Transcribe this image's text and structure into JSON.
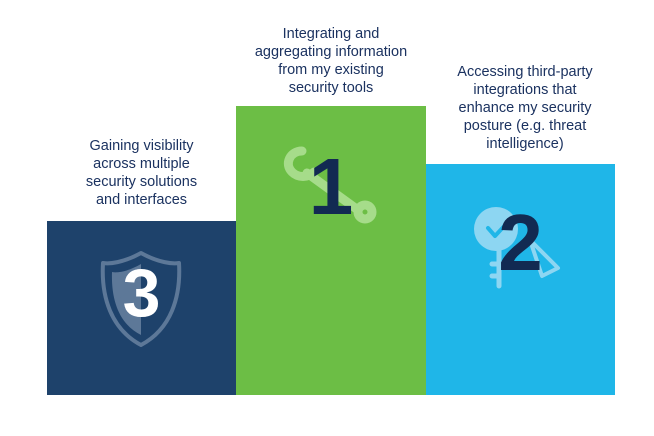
{
  "podium": {
    "first": {
      "rank": "1",
      "lines": [
        "Integrating and",
        "aggregating information",
        "from my existing",
        "security tools"
      ],
      "color": "#6cbe45",
      "icon": "wrench-icon"
    },
    "second": {
      "rank": "2",
      "lines": [
        "Accessing third-party",
        "integrations that",
        "enhance my security",
        "posture (e.g. threat",
        "intelligence)"
      ],
      "color": "#1fb6e8",
      "icon": "key-check-icon"
    },
    "third": {
      "rank": "3",
      "lines": [
        "Gaining visibility",
        "across multiple",
        "security solutions",
        "and interfaces"
      ],
      "color": "#1e426b",
      "icon": "shield-arrow-icon"
    }
  }
}
